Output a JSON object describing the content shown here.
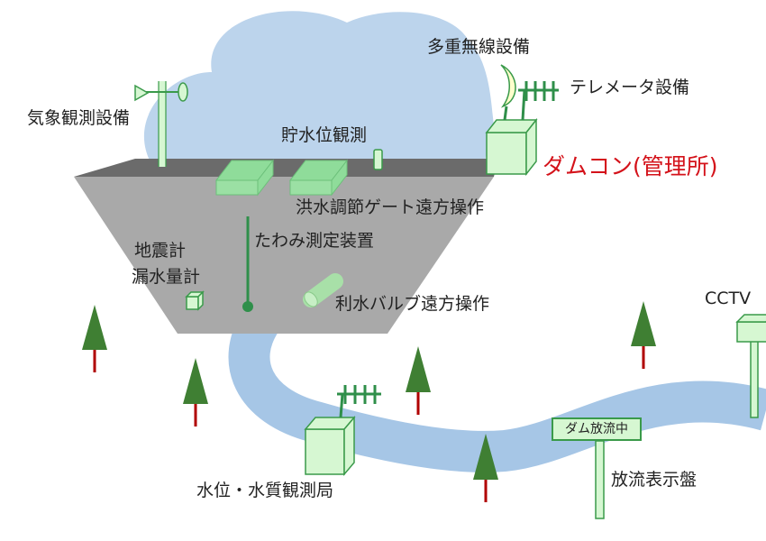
{
  "labels": {
    "multiplex_radio": "多重無線設備",
    "telemeter": "テレメータ設備",
    "weather": "気象観測設備",
    "reservoir_level": "貯水位観測",
    "dam_control": "ダムコン(管理所)",
    "flood_gate_remote": "洪水調節ゲート遠方操作",
    "deflection": "たわみ測定装置",
    "seismometer": "地震計",
    "leak_meter": "漏水量計",
    "valve_remote": "利水バルブ遠方操作",
    "cctv": "CCTV",
    "water_quality": "水位・水質観測局",
    "discharge_display": "放流表示盤",
    "sign_text": "ダム放流中"
  },
  "colors": {
    "sky": "#bcd4ec",
    "river": "#a6c6e6",
    "dam_body": "#a9a9a9",
    "dam_top": "#6b6b6b",
    "equipment_fill": "#d6f7d2",
    "equipment_stroke": "#3a9a4a",
    "tree_green": "#3f7f33",
    "tree_trunk": "#b00000",
    "highlight_red": "#d4121a"
  }
}
